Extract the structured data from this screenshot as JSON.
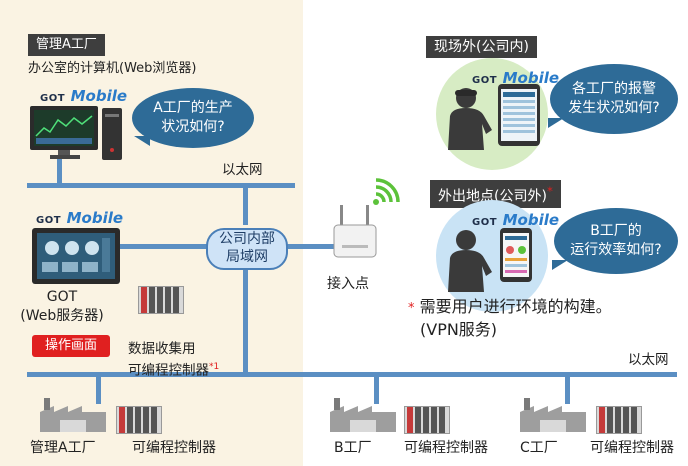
{
  "office_zone": {
    "tag": "管理A工厂",
    "subtitle": "办公室的计算机(Web浏览器)",
    "bubble_text": "A工厂的生产\n状况如何?"
  },
  "logo": {
    "got": "GOT",
    "mobile": "Mobile"
  },
  "ethernet_top": "以太网",
  "ethernet_bottom": "以太网",
  "lan": "公司内部\n局域网",
  "access_point": "接入点",
  "got_label": "GOT\n(Web服务器)",
  "operation_screen": "操作画面",
  "plc_data": "数据收集用\n可编程控制器",
  "plc_note": "*1",
  "onsite": {
    "tag": "现场外(公司内)",
    "bubble_text": "各工厂的报警\n发生状况如何?"
  },
  "offsite": {
    "tag": "外出地点(公司外)",
    "tag_mark": "*",
    "bubble_text": "B工厂的\n运行效率如何?"
  },
  "vpn_note": {
    "mark": "*",
    "line1": "需要用户进行环境的构建。",
    "line2": "(VPN服务)"
  },
  "factories": [
    {
      "name": "管理A工厂",
      "plc": "可编程控制器"
    },
    {
      "name": "B工厂",
      "plc": "可编程控制器"
    },
    {
      "name": "C工厂",
      "plc": "可编程控制器"
    }
  ],
  "colors": {
    "line": "#5b8fc3",
    "bubble": "#2e6b97",
    "tag": "#3e3e3e",
    "accent_red": "#e02020",
    "wifi": "#5cc23a"
  }
}
